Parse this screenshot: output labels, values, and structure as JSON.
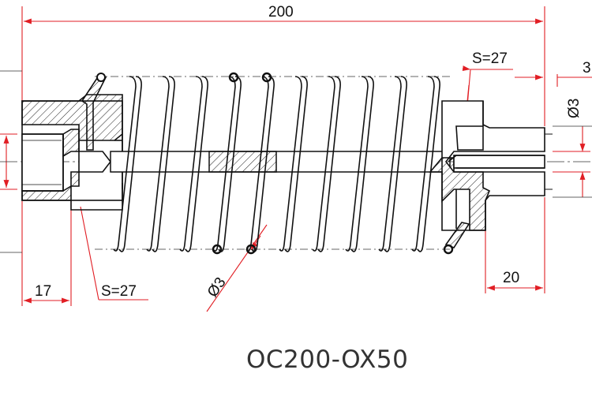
{
  "drawing": {
    "part_code": "OC200-OX50",
    "dimensions": {
      "overall_length": "200",
      "wrench_size_right": "S=27",
      "wrench_size_left": "S=27",
      "left_hex_length": "17",
      "right_fitting_length": "20",
      "wire_diameter_lower": "Ø3",
      "wire_diameter_right": "Ø3",
      "right_edge_value": "3"
    },
    "colors": {
      "outline": "#111111",
      "dimension": "#e11e24",
      "hatch": "#222222",
      "centerline": "#333333"
    }
  }
}
